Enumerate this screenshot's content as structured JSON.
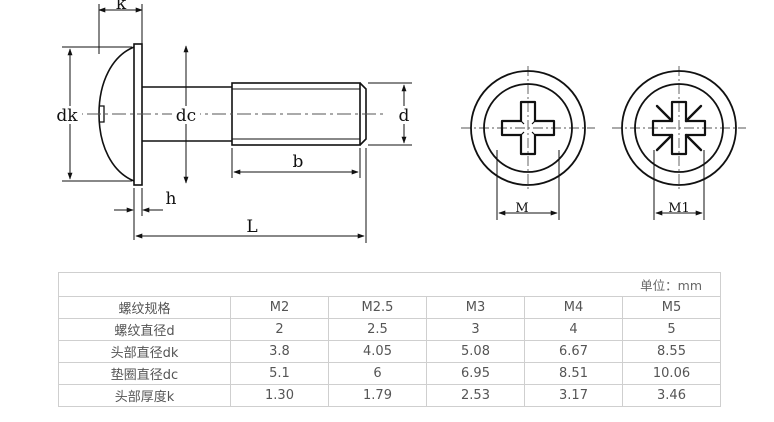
{
  "diagram": {
    "labels": {
      "k": "k",
      "dk": "dk",
      "dc": "dc",
      "d": "d",
      "b": "b",
      "h": "h",
      "L": "L",
      "M": "M",
      "M1": "M1"
    },
    "colors": {
      "line": "#111111",
      "center_line": "#555555"
    }
  },
  "table": {
    "unit": "单位：mm",
    "header": {
      "label": "螺纹规格",
      "values": [
        "M2",
        "M2.5",
        "M3",
        "M4",
        "M5"
      ]
    },
    "rows": [
      {
        "label": "螺纹直径d",
        "values": [
          "2",
          "2.5",
          "3",
          "4",
          "5"
        ]
      },
      {
        "label": "头部直径dk",
        "values": [
          "3.8",
          "4.05",
          "5.08",
          "6.67",
          "8.55"
        ]
      },
      {
        "label": "垫圈直径dc",
        "values": [
          "5.1",
          "6",
          "6.95",
          "8.51",
          "10.06"
        ]
      },
      {
        "label": "头部厚度k",
        "values": [
          "1.30",
          "1.79",
          "2.53",
          "3.17",
          "3.46"
        ]
      }
    ],
    "colors": {
      "border": "#cfcfcf",
      "text": "#555555"
    }
  }
}
